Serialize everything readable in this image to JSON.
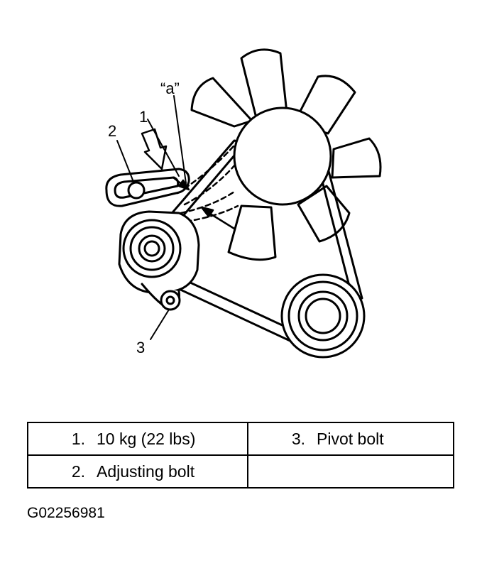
{
  "diagram": {
    "callouts": {
      "a": "“a”",
      "n1": "1",
      "n2": "2",
      "n3": "3"
    }
  },
  "legend": {
    "rows": [
      [
        {
          "num": "1.",
          "text": "10 kg (22 lbs)"
        },
        {
          "num": "3.",
          "text": "Pivot bolt"
        }
      ],
      [
        {
          "num": "2.",
          "text": "Adjusting bolt"
        },
        {
          "num": "",
          "text": ""
        }
      ]
    ]
  },
  "figure_id": "G02256981"
}
